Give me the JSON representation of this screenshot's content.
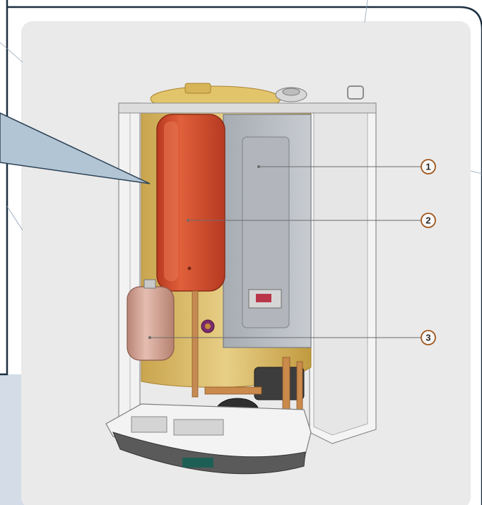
{
  "figure": {
    "background_color": "#eaeaea",
    "frame_color": "#1c2f40",
    "callout_color": "#b2c5d4",
    "accent_color": "#a0561c",
    "tank_color": "#d24b2c",
    "vessel_color": "#d9a99b"
  },
  "callouts": [
    {
      "label": "1"
    },
    {
      "label": "2"
    },
    {
      "label": "3"
    }
  ]
}
